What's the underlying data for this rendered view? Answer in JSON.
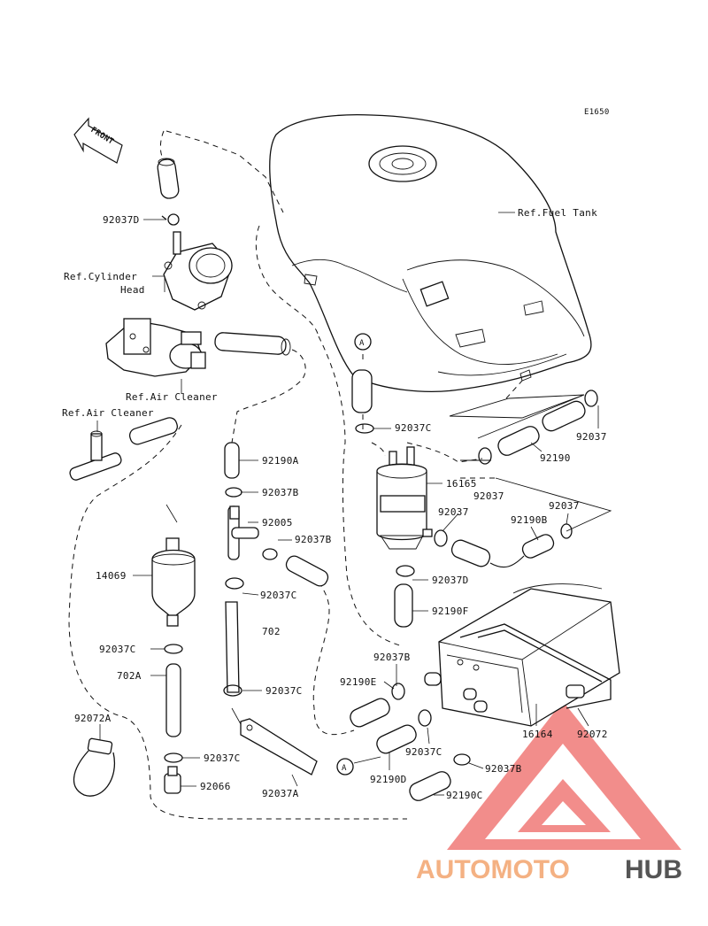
{
  "diagram_code": "E1650",
  "front_label": "FRONT",
  "refs": {
    "fuel_tank": "Ref.Fuel Tank",
    "cylinder_head_1": "Ref.Cylinder",
    "cylinder_head_2": "Head",
    "air_cleaner_1": "Ref.Air Cleaner",
    "air_cleaner_2": "Ref.Air Cleaner"
  },
  "callout_a": "A",
  "parts": {
    "p92037D_top": "92037D",
    "p92037C_tank": "92037C",
    "p16165": "16165",
    "p92037_a": "92037",
    "p92037_b": "92037",
    "p92037_c": "92037",
    "p92037_d": "92037",
    "p92190": "92190",
    "p92190A": "92190A",
    "p92037B_1": "92037B",
    "p92005": "92005",
    "p92037B_2": "92037B",
    "p92190B": "92190B",
    "p14069": "14069",
    "p92037D_mid": "92037D",
    "p92037C_1": "92037C",
    "p92190F": "92190F",
    "p702": "702",
    "p92037C_2": "92037C",
    "p702A": "702A",
    "p92037B_3": "92037B",
    "p92190E": "92190E",
    "p92037C_3": "92037C",
    "p16164": "16164",
    "p92072": "92072",
    "p92072A": "92072A",
    "p92037C_4": "92037C",
    "p92037C_5": "92037C",
    "p92037B_4": "92037B",
    "p92066": "92066",
    "p92037A": "92037A",
    "p92190D": "92190D",
    "p92190C": "92190C"
  },
  "watermark": {
    "part1": "AUTOMOTO",
    "part2": "HUB",
    "color1": "#f4b183",
    "color2": "#555555",
    "triangle_color": "#e8312d"
  }
}
